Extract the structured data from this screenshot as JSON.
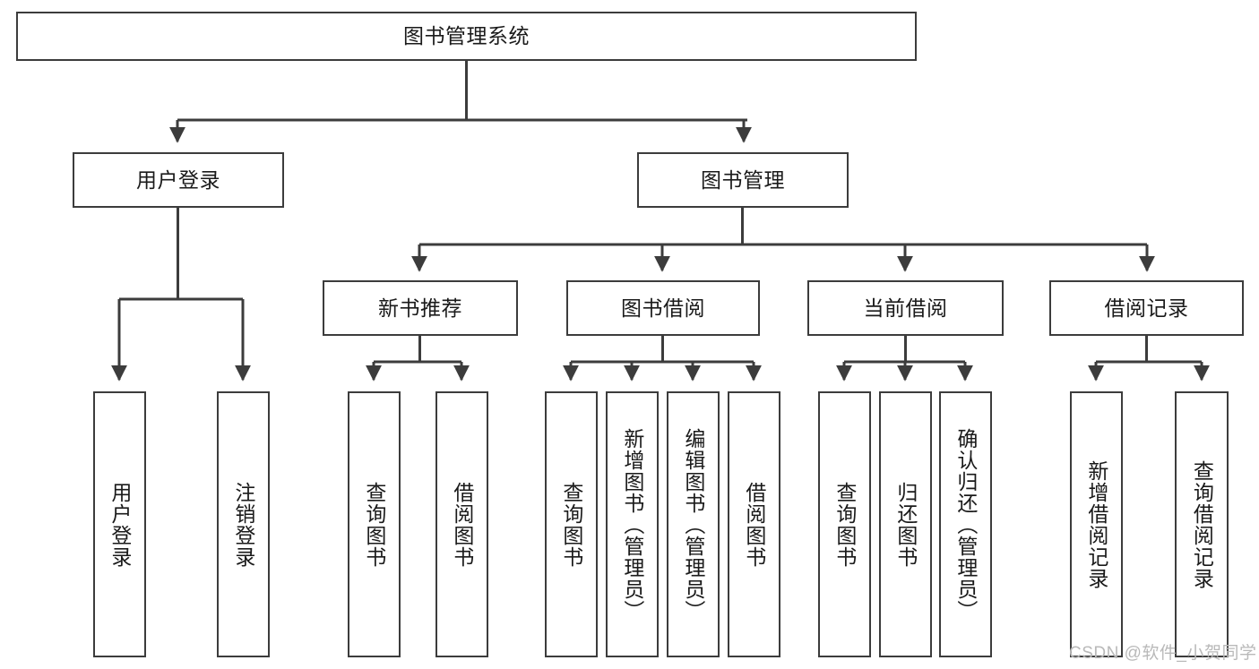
{
  "diagram": {
    "title": "图书管理系统",
    "type": "tree",
    "watermark": "CSDN @软件_小贺同学",
    "colors": {
      "box_border": "#3c3c3c",
      "box_fill": "#ffffff",
      "connector": "#3c3c3c",
      "text": "#1a1a1a",
      "watermark": "#b9b9b9",
      "background": "#ffffff"
    },
    "root": {
      "label": "图书管理系统"
    },
    "level2": [
      {
        "label": "用户登录"
      },
      {
        "label": "图书管理"
      }
    ],
    "level3": [
      {
        "label": "新书推荐"
      },
      {
        "label": "图书借阅"
      },
      {
        "label": "当前借阅"
      },
      {
        "label": "借阅记录"
      }
    ],
    "leaves": {
      "user_login": [
        {
          "label": "用户登录"
        },
        {
          "label": "注销登录"
        }
      ],
      "new_book": [
        {
          "label": "查询图书"
        },
        {
          "label": "借阅图书"
        }
      ],
      "book_borrow": [
        {
          "label": "查询图书"
        },
        {
          "label": "新增图书（管理员）"
        },
        {
          "label": "编辑图书（管理员）"
        },
        {
          "label": "借阅图书"
        }
      ],
      "current_borrow": [
        {
          "label": "查询图书"
        },
        {
          "label": "归还图书"
        },
        {
          "label": "确认归还（管理员）"
        }
      ],
      "borrow_record": [
        {
          "label": "新增借阅记录"
        },
        {
          "label": "查询借阅记录"
        }
      ]
    }
  }
}
